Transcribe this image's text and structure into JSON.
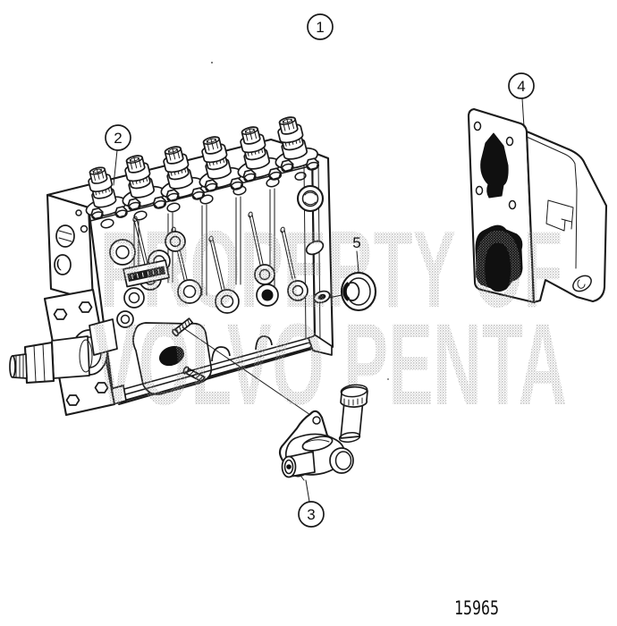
{
  "figure": {
    "type": "exploded-parts-diagram",
    "subject": "fuel-injection-pump-assembly",
    "drawing_number": "15965",
    "callouts": [
      {
        "label": "1"
      },
      {
        "label": "2"
      },
      {
        "label": "3"
      },
      {
        "label": "4"
      },
      {
        "label": "5"
      }
    ],
    "watermark": {
      "line1": "PROPERTY OF",
      "line2": "VOLVO PENTA"
    },
    "colors": {
      "line": "#1a1a1a",
      "cutout_fill": "#101010",
      "watermark_gray": "#8f8f8f",
      "background": "#ffffff"
    }
  }
}
